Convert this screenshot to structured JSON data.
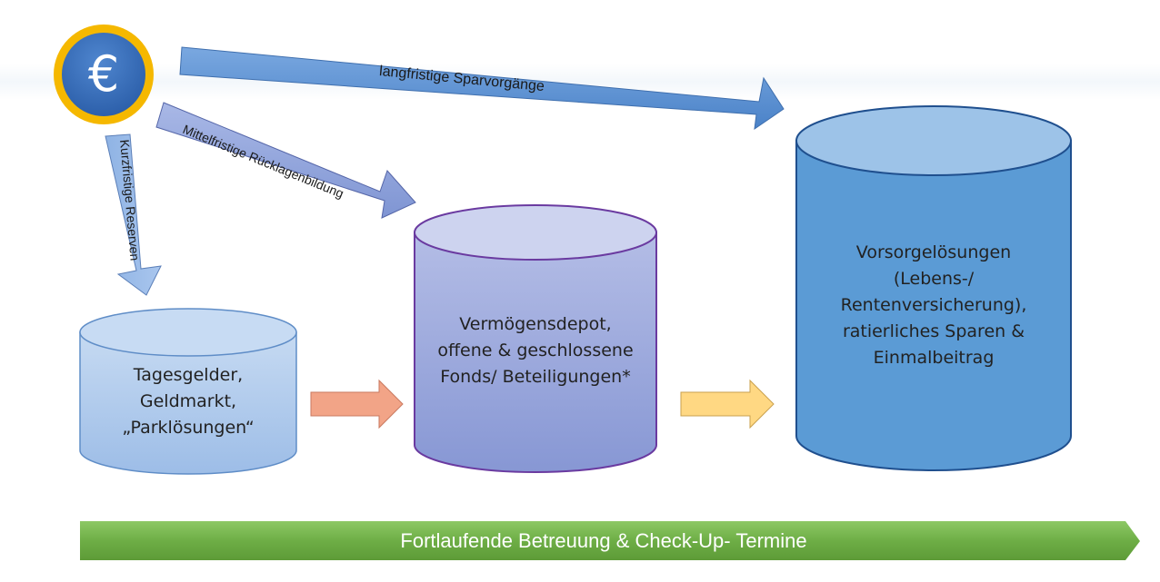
{
  "euro_symbol": "€",
  "arrows": {
    "long_term": "langfristige Sparvorgänge",
    "mid_term": "Mittelfristige Rücklagenbildung",
    "short_term": "Kurzfristige Reserven"
  },
  "cylinders": {
    "left": {
      "lines": [
        "Tagesgelder,",
        "Geldmarkt,",
        "„Parklösungen“"
      ]
    },
    "middle": {
      "lines": [
        "Vermögensdepot,",
        "offene & geschlossene",
        "Fonds/ Beteiligungen*"
      ]
    },
    "right": {
      "lines": [
        "Vorsorgelösungen",
        "(Lebens-/",
        "Rentenversicherung),",
        "ratierliches Sparen &",
        "Einmalbeitrag"
      ]
    }
  },
  "banner": "Fortlaufende Betreuung & Check-Up- Termine",
  "colors": {
    "coin_ring": "#f5b800",
    "coin_fill": "#2f67b5",
    "arrow_blue": "#5b8fd0",
    "arrow_lavender": "#8fa4db",
    "arrow_salmon": "#f2a487",
    "arrow_yellow": "#ffd883",
    "cyl_left": "#a7c5ea",
    "cyl_middle": "#9ca9dc",
    "cyl_right": "#5b9bd5",
    "banner": "#70ad47"
  }
}
